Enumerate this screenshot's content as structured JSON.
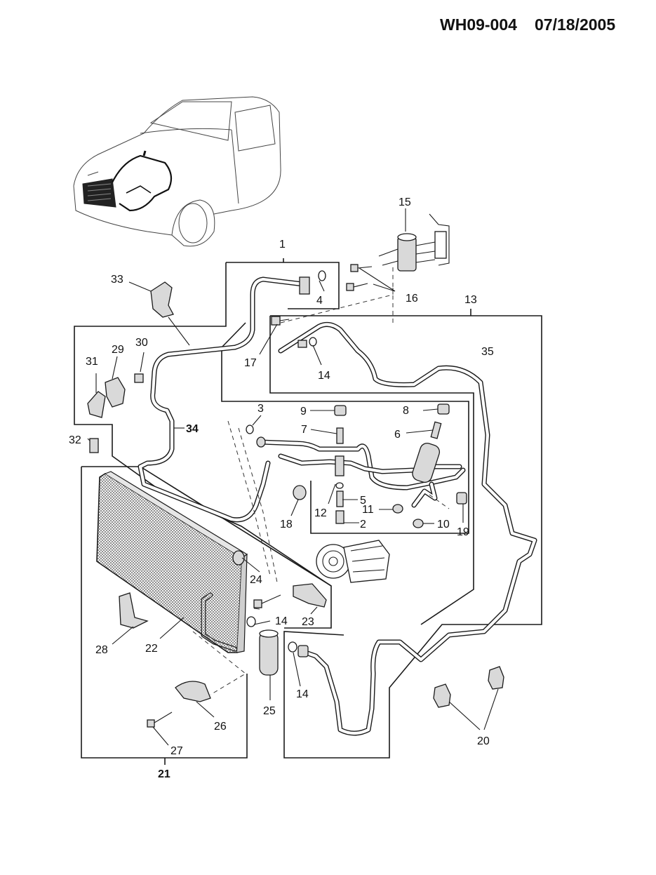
{
  "header": {
    "code": "WH09-004",
    "date": "07/18/2005"
  },
  "callouts": {
    "c1": "1",
    "c2": "2",
    "c3": "3",
    "c4": "4",
    "c5": "5",
    "c6": "6",
    "c7": "7",
    "c8": "8",
    "c9": "9",
    "c10": "10",
    "c11": "11",
    "c12": "12",
    "c13": "13",
    "c14a": "14",
    "c14b": "14",
    "c14c": "14",
    "c15": "15",
    "c16": "16",
    "c17": "17",
    "c18": "18",
    "c19": "19",
    "c20": "20",
    "c21": "21",
    "c22": "22",
    "c23": "23",
    "c24": "24",
    "c25": "25",
    "c26": "26",
    "c27": "27",
    "c28": "28",
    "c29": "29",
    "c30": "30",
    "c31": "31",
    "c32": "32",
    "c33": "33",
    "c34": "34",
    "c35": "35"
  }
}
